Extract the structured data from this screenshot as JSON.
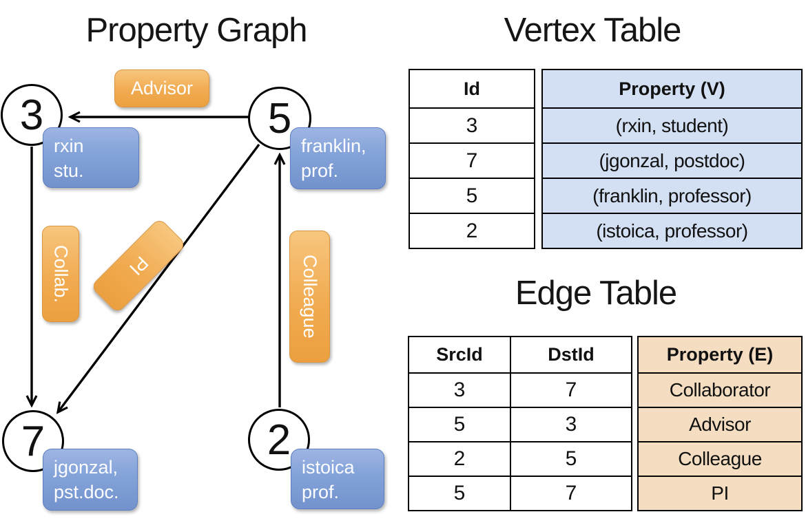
{
  "graph": {
    "title": "Property Graph",
    "nodes": [
      {
        "id": "3",
        "prop_line1": "rxin",
        "prop_line2": "stu."
      },
      {
        "id": "5",
        "prop_line1": "franklin,",
        "prop_line2": "prof."
      },
      {
        "id": "7",
        "prop_line1": "jgonzal,",
        "prop_line2": "pst.doc."
      },
      {
        "id": "2",
        "prop_line1": "istoica",
        "prop_line2": "prof."
      }
    ],
    "edges": [
      {
        "label": "Advisor",
        "src": "5",
        "dst": "3"
      },
      {
        "label": "Collab.",
        "src": "3",
        "dst": "7"
      },
      {
        "label": "PI",
        "src": "5",
        "dst": "7"
      },
      {
        "label": "Colleague",
        "src": "2",
        "dst": "5"
      }
    ]
  },
  "vertex_table": {
    "title": "Vertex Table",
    "columns": [
      "Id",
      "Property (V)"
    ],
    "rows": [
      [
        "3",
        "(rxin, student)"
      ],
      [
        "7",
        "(jgonzal, postdoc)"
      ],
      [
        "5",
        "(franklin, professor)"
      ],
      [
        "2",
        "(istoica, professor)"
      ]
    ]
  },
  "edge_table": {
    "title": "Edge Table",
    "columns": [
      "SrcId",
      "DstId",
      "Property (E)"
    ],
    "rows": [
      [
        "3",
        "7",
        "Collaborator"
      ],
      [
        "5",
        "3",
        "Advisor"
      ],
      [
        "2",
        "5",
        "Colleague"
      ],
      [
        "5",
        "7",
        "PI"
      ]
    ]
  },
  "colors": {
    "edge_label_fill": "#f0a94e",
    "node_property_fill": "#7f9fd6",
    "vertex_property_cell": "#d3dff2",
    "edge_property_cell": "#f4ddc1",
    "line_color": "#000000"
  }
}
